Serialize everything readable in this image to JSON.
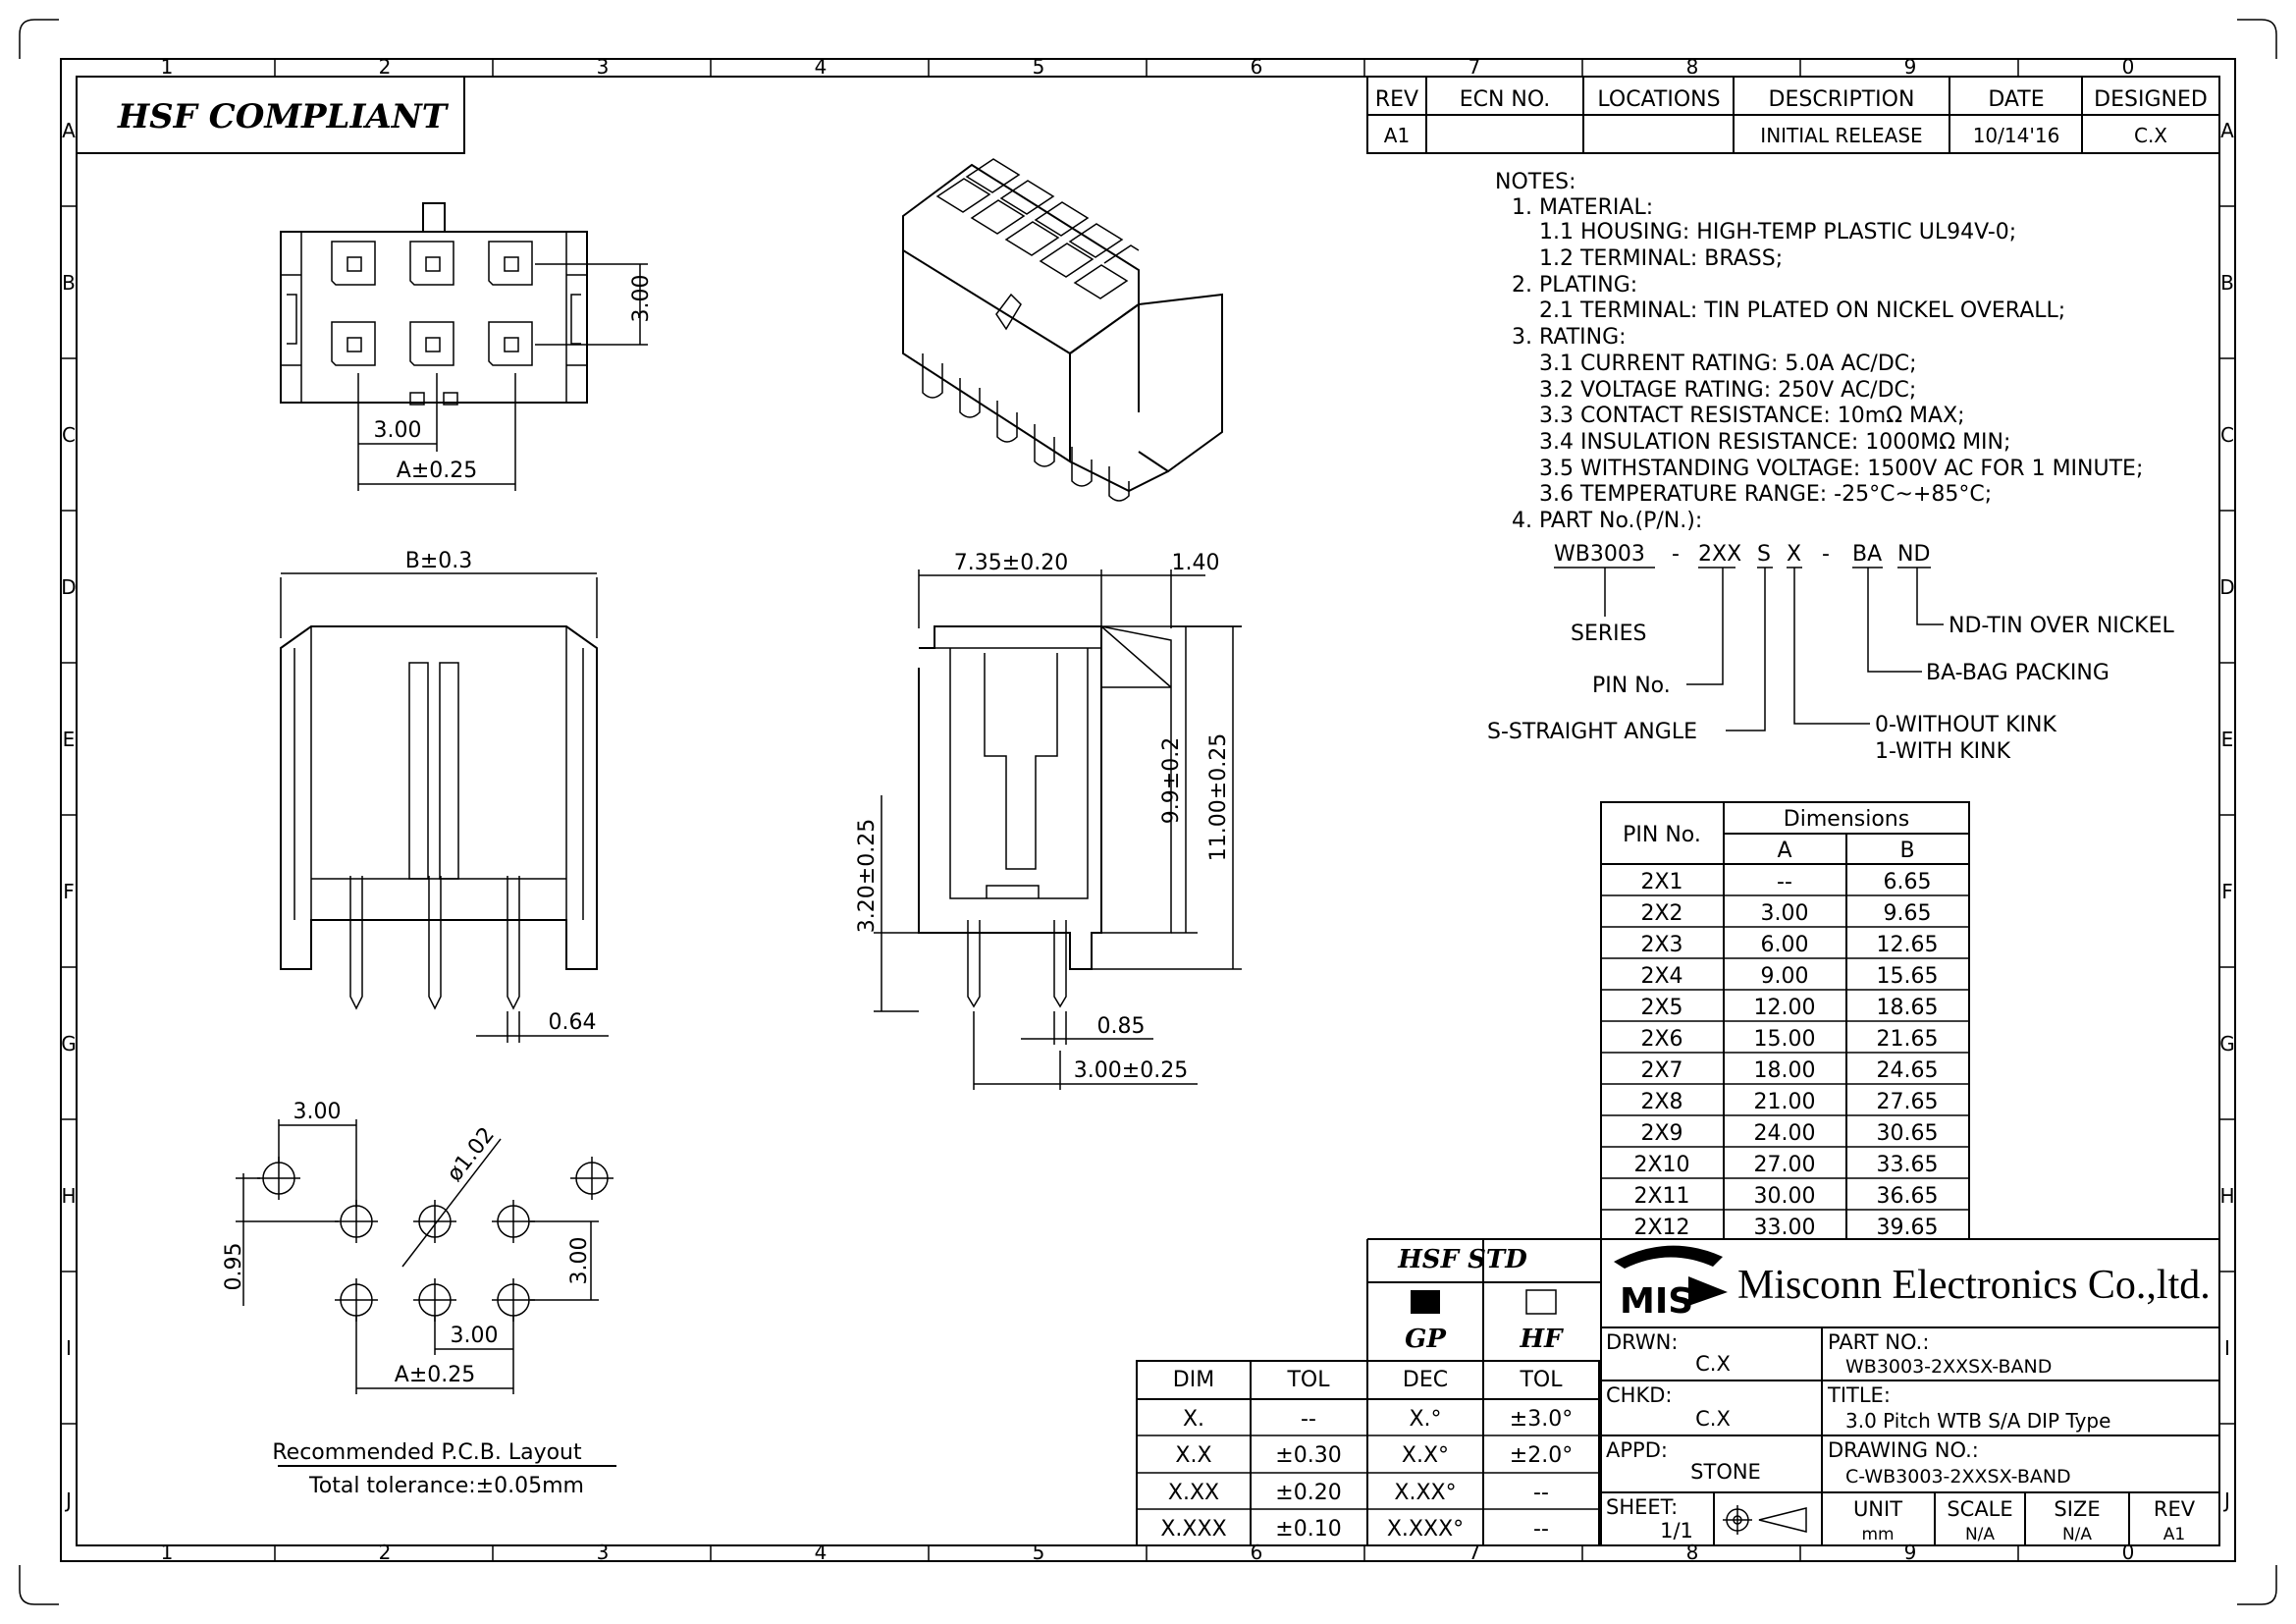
{
  "zones": {
    "cols": [
      "1",
      "2",
      "3",
      "4",
      "5",
      "6",
      "7",
      "8",
      "9",
      "0"
    ],
    "rows": [
      "A",
      "B",
      "C",
      "D",
      "E",
      "F",
      "G",
      "H",
      "I",
      "J"
    ]
  },
  "compliance": "HSF COMPLIANT",
  "revision_table": {
    "headers": [
      "REV",
      "ECN NO.",
      "LOCATIONS",
      "DESCRIPTION",
      "DATE",
      "DESIGNED"
    ],
    "row": [
      "A1",
      "",
      "",
      "INITIAL RELEASE",
      "10/14'16",
      "C.X"
    ]
  },
  "notes": {
    "heading": "NOTES:",
    "lines": [
      "1. MATERIAL:",
      "1.1 HOUSING: HIGH-TEMP PLASTIC UL94V-0;",
      "1.2 TERMINAL: BRASS;",
      "2. PLATING:",
      "2.1 TERMINAL: TIN PLATED ON NICKEL OVERALL;",
      "3. RATING:",
      "3.1 CURRENT RATING: 5.0A AC/DC;",
      "3.2 VOLTAGE RATING: 250V AC/DC;",
      "3.3 CONTACT RESISTANCE: 10mΩ MAX;",
      "3.4 INSULATION RESISTANCE: 1000MΩ MIN;",
      "3.5 WITHSTANDING VOLTAGE: 1500V AC FOR 1 MINUTE;",
      "3.6 TEMPERATURE RANGE: -25°C~+85°C;",
      "4. PART No.(P/N.):"
    ]
  },
  "part_number": {
    "segments": [
      "WB3003",
      "-",
      "2XX",
      "S",
      "X",
      "-",
      "BA",
      "ND"
    ],
    "series": "SERIES",
    "pin": "PIN No.",
    "angle": "S-STRAIGHT ANGLE",
    "kink0": "0-WITHOUT KINK",
    "kink1": "1-WITH KINK",
    "packing": "BA-BAG PACKING",
    "plating": "ND-TIN OVER NICKEL"
  },
  "dimensions_table": {
    "col_pin": "PIN No.",
    "col_group": "Dimensions",
    "col_a": "A",
    "col_b": "B",
    "rows": [
      [
        "2X1",
        "--",
        "6.65"
      ],
      [
        "2X2",
        "3.00",
        "9.65"
      ],
      [
        "2X3",
        "6.00",
        "12.65"
      ],
      [
        "2X4",
        "9.00",
        "15.65"
      ],
      [
        "2X5",
        "12.00",
        "18.65"
      ],
      [
        "2X6",
        "15.00",
        "21.65"
      ],
      [
        "2X7",
        "18.00",
        "24.65"
      ],
      [
        "2X8",
        "21.00",
        "27.65"
      ],
      [
        "2X9",
        "24.00",
        "30.65"
      ],
      [
        "2X10",
        "27.00",
        "33.65"
      ],
      [
        "2X11",
        "30.00",
        "36.65"
      ],
      [
        "2X12",
        "33.00",
        "39.65"
      ]
    ]
  },
  "dims": {
    "top_pitch": "3.00",
    "top_pitch_v": "3.00",
    "top_a": "A±0.25",
    "front_b": "B±0.3",
    "front_pin": "0.64",
    "side_w": "7.35±0.20",
    "side_lip": "1.40",
    "side_h1": "9.9±0.2",
    "side_h2": "11.00±0.25",
    "side_tail": "3.20±0.25",
    "side_pin": "0.85",
    "side_pitch": "3.00±0.25",
    "pcb_3a": "3.00",
    "pcb_hole": "ø1.02",
    "pcb_095": "0.95",
    "pcb_3v": "3.00",
    "pcb_3b": "3.00",
    "pcb_a": "A±0.25"
  },
  "pcb_caption": "Recommended P.C.B. Layout",
  "pcb_tolerance": "Total tolerance:±0.05mm",
  "tolerance_table": {
    "headers": [
      "DIM",
      "TOL",
      "DEC",
      "TOL"
    ],
    "rows": [
      [
        "X.",
        "--",
        "X.°",
        "±3.0°"
      ],
      [
        "X.X",
        "±0.30",
        "X.X°",
        "±2.0°"
      ],
      [
        "X.XX",
        "±0.20",
        "X.XX°",
        "--"
      ],
      [
        "X.XXX",
        "±0.10",
        "X.XXX°",
        "--"
      ]
    ]
  },
  "hsf_std": {
    "title": "HSF STD",
    "gp": "GP",
    "hf": "HF"
  },
  "title_block": {
    "logo": "MIS",
    "company": "Misconn Electronics Co.,ltd.",
    "drwn_label": "DRWN:",
    "drwn": "C.X",
    "chkd_label": "CHKD:",
    "chkd": "C.X",
    "appd_label": "APPD:",
    "appd": "STONE",
    "sheet_label": "SHEET:",
    "sheet": "1/1",
    "part_label": "PART NO.:",
    "part": "WB3003-2XXSX-BAND",
    "title_label": "TITLE:",
    "title": "3.0 Pitch WTB S/A DIP Type",
    "drawing_label": "DRAWING NO.:",
    "drawing": "C-WB3003-2XXSX-BAND",
    "unit_label": "UNIT",
    "unit": "mm",
    "scale_label": "SCALE",
    "scale": "N/A",
    "size_label": "SIZE",
    "size": "N/A",
    "rev_label": "REV",
    "rev": "A1"
  }
}
